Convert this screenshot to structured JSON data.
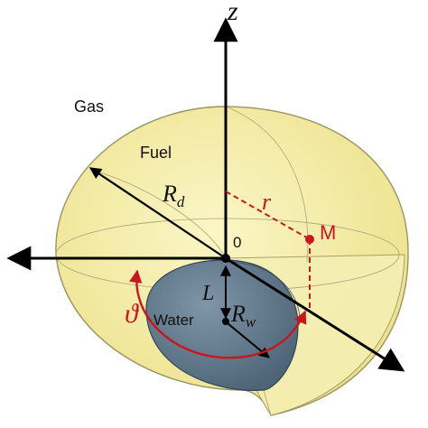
{
  "labels": {
    "z_axis": "z",
    "gas": "Gas",
    "fuel": "Fuel",
    "water": "Water",
    "origin": "0",
    "point_m": "M",
    "r_d_main": "R",
    "r_d_sub": "d",
    "r_w_main": "R",
    "r_w_sub": "w",
    "r_small": "r",
    "l_offset": "L",
    "theta": "ϑ"
  },
  "colors": {
    "fuel_fill": "#f3eba0",
    "fuel_stroke": "#9a9560",
    "water_fill": "#5b7386",
    "water_stroke": "#2f4656",
    "accent_red": "#c8161c",
    "axis_black": "#000000"
  }
}
